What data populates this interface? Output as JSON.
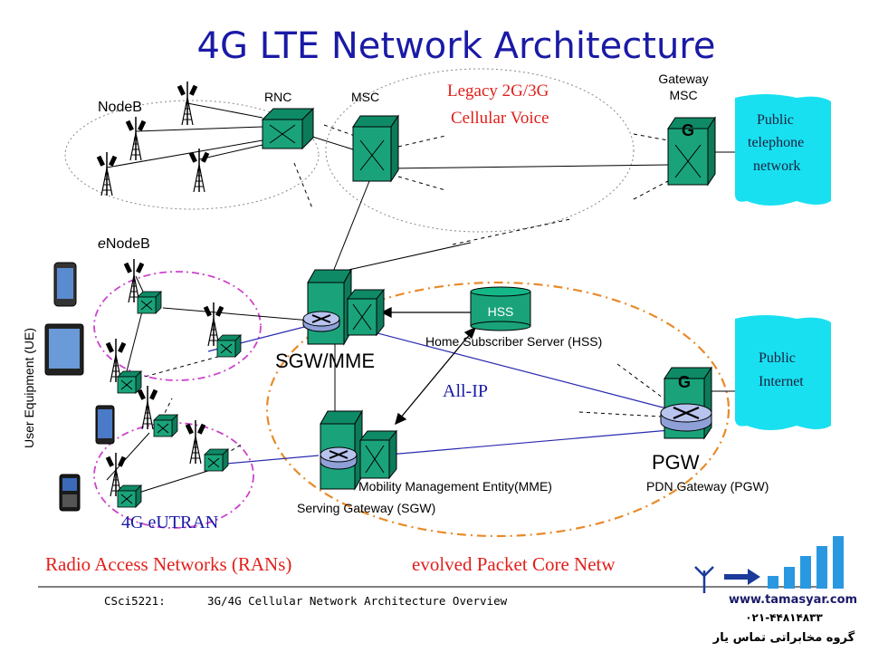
{
  "title": "4G LTE  Network Architecture",
  "labels": {
    "nodeb": "NodeB",
    "rnc": "RNC",
    "msc": "MSC",
    "legacy_line1": "Legacy 2G/3G",
    "legacy_line2": "Cellular Voice",
    "gateway_line1": "Gateway",
    "gateway_line2": "MSC",
    "public_tel_line1": "Public",
    "public_tel_line2": "telephone",
    "public_tel_line3": "network",
    "enodeb_prefix": "e",
    "enodeb_suffix": "NodeB",
    "ue": "User Equipment (UE)",
    "hss_box": "HSS",
    "hss_full": "Home Subscriber Server (HSS)",
    "sgw_mme": "SGW/MME",
    "all_ip": "All-IP",
    "public_internet_line1": "Public",
    "public_internet_line2": "Internet",
    "g_top": "G",
    "g_bottom": "G",
    "pgw": "PGW",
    "mme_full": "Mobility Management Entity(MME)",
    "pgw_full": "PDN Gateway (PGW)",
    "sgw_full": "Serving Gateway (SGW)",
    "eutran": "4G eUTRAN",
    "ran": "Radio Access Networks (RANs)",
    "epc": "evolved Packet  Core Netw"
  },
  "footer": {
    "course": "CSci5221:",
    "subtitle": "3G/4G Cellular Network Architecture Overview"
  },
  "watermark": {
    "url": "www.tamasyar.com",
    "phone": "۰۲۱-۴۴۸۱۴۸۳۳",
    "name": "گروه مخابراتی تماس یار"
  },
  "colors": {
    "title": "#1a1aa6",
    "node_fill": "#1aa37a",
    "cloud": "#19e0f0",
    "red_text": "#e0201b",
    "blue_text": "#1a1aa6",
    "orange_ellipse": "#e88a2a",
    "magenta_ellipse": "#cc44cc",
    "router_fill": "#8fa0d8"
  }
}
